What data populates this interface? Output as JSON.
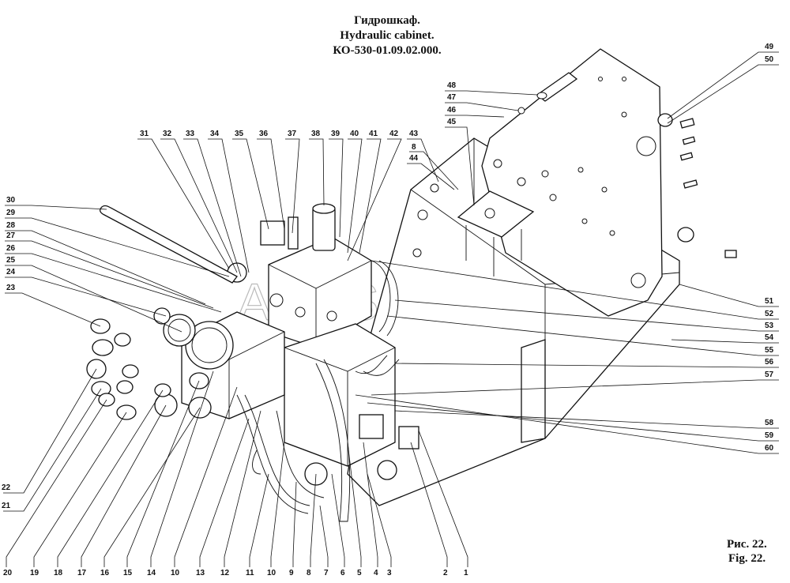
{
  "header": {
    "title_ru": "Гидрошкаф.",
    "title_en": "Hydraulic cabinet.",
    "code": "КО-530-01.09.02.000."
  },
  "figure": {
    "ru": "Рис. 22.",
    "en": "Fig. 22."
  },
  "watermark": "AutoSoft",
  "callouts_top": [
    "31",
    "32",
    "33",
    "34",
    "35",
    "36",
    "37",
    "38",
    "39",
    "40",
    "41",
    "42",
    "43",
    "8",
    "44",
    "45",
    "46",
    "47",
    "48"
  ],
  "callouts_right": [
    "49",
    "50",
    "51",
    "52",
    "53",
    "54",
    "55",
    "56",
    "57",
    "58",
    "59",
    "60"
  ],
  "callouts_left": [
    "30",
    "29",
    "28",
    "27",
    "26",
    "25",
    "24",
    "23",
    "22",
    "21"
  ],
  "callouts_bottom": [
    "20",
    "19",
    "18",
    "17",
    "16",
    "15",
    "14",
    "10",
    "13",
    "12",
    "11",
    "10",
    "9",
    "8",
    "7",
    "6",
    "5",
    "4",
    "3",
    "2",
    "1"
  ]
}
